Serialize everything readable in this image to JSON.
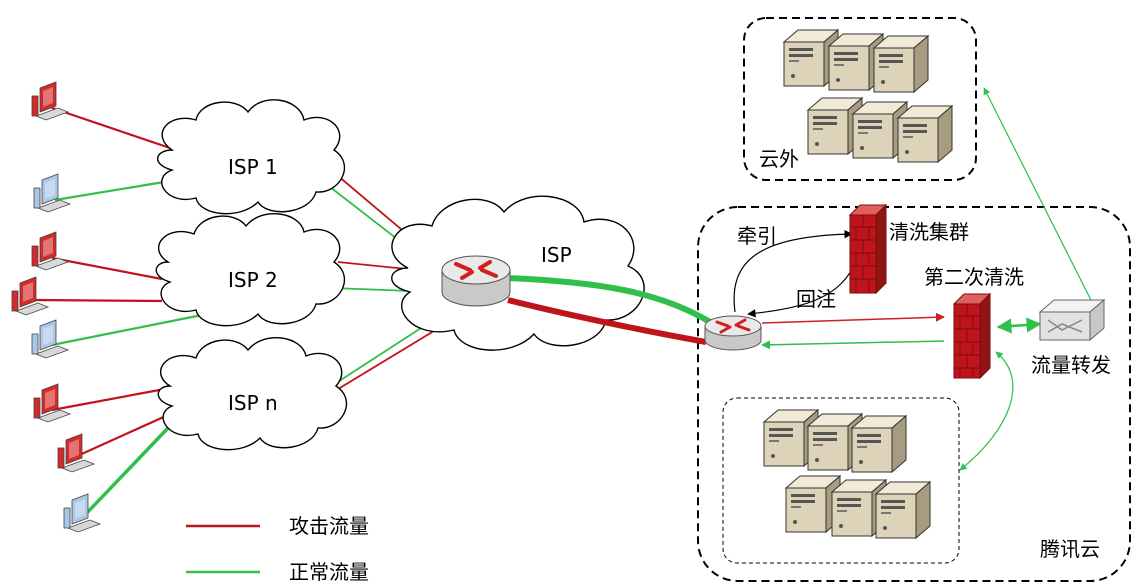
{
  "isp_clouds": [
    {
      "id": "isp1",
      "label": "ISP 1"
    },
    {
      "id": "isp2",
      "label": "ISP 2"
    },
    {
      "id": "ispn",
      "label": "ISP n"
    }
  ],
  "backbone": {
    "label": "ISP"
  },
  "cloud_outside": {
    "label": "云外"
  },
  "tencent_cloud": {
    "label": "腾讯云"
  },
  "scrubbing_cluster": {
    "label": "清洗集群"
  },
  "second_scrub": {
    "label": "第二次清洗"
  },
  "diversion": {
    "label": "牵引"
  },
  "reinjection": {
    "label": "回注"
  },
  "traffic_forward": {
    "label": "流量转发"
  },
  "legend": {
    "attack": {
      "label": "攻击流量",
      "color": "#c0141c"
    },
    "normal": {
      "label": "正常流量",
      "color": "#2fbf4a"
    }
  },
  "clients": [
    {
      "type": "attack",
      "icon": "red-pc-icon"
    },
    {
      "type": "normal",
      "icon": "blue-pc-icon"
    },
    {
      "type": "attack",
      "icon": "red-pc-icon"
    },
    {
      "type": "attack",
      "icon": "red-pc-icon"
    },
    {
      "type": "normal",
      "icon": "blue-pc-icon"
    },
    {
      "type": "attack",
      "icon": "red-pc-icon"
    },
    {
      "type": "attack",
      "icon": "red-pc-icon"
    },
    {
      "type": "normal",
      "icon": "blue-pc-icon"
    }
  ]
}
